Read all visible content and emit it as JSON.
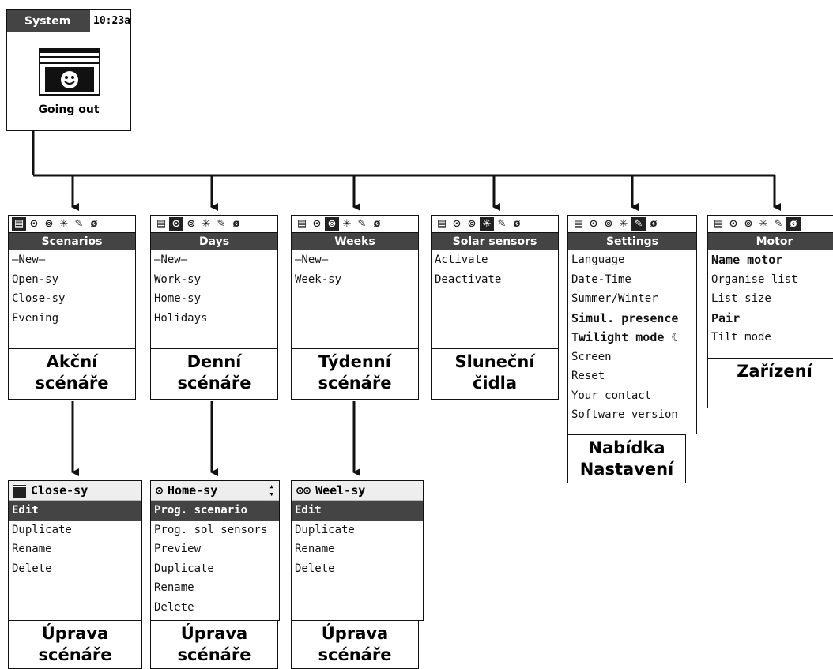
{
  "system_screen": {
    "title": "System",
    "time": "10:23a",
    "label": "Going out",
    "icon": "shutter-smiley-icon"
  },
  "tab_icons": [
    "shutter-icon",
    "clock-icon",
    "double-clock-icon",
    "sun-icon",
    "wrench-icon",
    "motor-icon"
  ],
  "menus": [
    {
      "title": "Scenarios",
      "selected_tab": 0,
      "items": [
        "—New—",
        "Open-sy",
        "Close-sy",
        "Evening"
      ],
      "caption": [
        "Akční",
        "scénáře"
      ]
    },
    {
      "title": "Days",
      "selected_tab": 1,
      "items": [
        "—New—",
        "Work-sy",
        "Home-sy",
        "Holidays"
      ],
      "caption": [
        "Denní",
        "scénáře"
      ]
    },
    {
      "title": "Weeks",
      "selected_tab": 2,
      "items": [
        "—New—",
        "Week-sy"
      ],
      "caption": [
        "Týdenní",
        "scénáře"
      ]
    },
    {
      "title": "Solar sensors",
      "selected_tab": 3,
      "items": [
        "Activate",
        "Deactivate"
      ],
      "caption": [
        "Sluneční",
        "čidla"
      ]
    },
    {
      "title": "Settings",
      "selected_tab": 4,
      "items": [
        "Language",
        "Date-Time",
        "Summer/Winter",
        "Simul. presence",
        "Twilight mode ☾",
        "Screen",
        "Reset",
        "Your contact",
        "Software version"
      ],
      "caption": [
        "Nabídka",
        "Nastavení"
      ]
    },
    {
      "title": "Motor",
      "selected_tab": 5,
      "items": [
        "Name motor",
        "Organise list",
        "List size",
        "Pair",
        "Tilt mode"
      ],
      "caption": [
        "Zařízení",
        ""
      ]
    }
  ],
  "sub_menus": [
    {
      "header": "Close-sy",
      "header_icon": "shutter-icon",
      "items": [
        "Edit",
        "Duplicate",
        "Rename",
        "Delete"
      ],
      "caption": [
        "Úprava",
        "scénáře"
      ]
    },
    {
      "header": "Home-sy",
      "header_icon": "clock-icon",
      "items": [
        "Prog. scenario",
        "Prog. sol sensors",
        "Preview",
        "Duplicate",
        "Rename",
        "Delete"
      ],
      "caption": [
        "Úprava",
        "scénáře"
      ]
    },
    {
      "header": "Weel-sy",
      "header_icon": "double-clock-icon",
      "items": [
        "Edit",
        "Duplicate",
        "Rename",
        "Delete"
      ],
      "caption": [
        "Úprava",
        "scénáře"
      ]
    }
  ]
}
